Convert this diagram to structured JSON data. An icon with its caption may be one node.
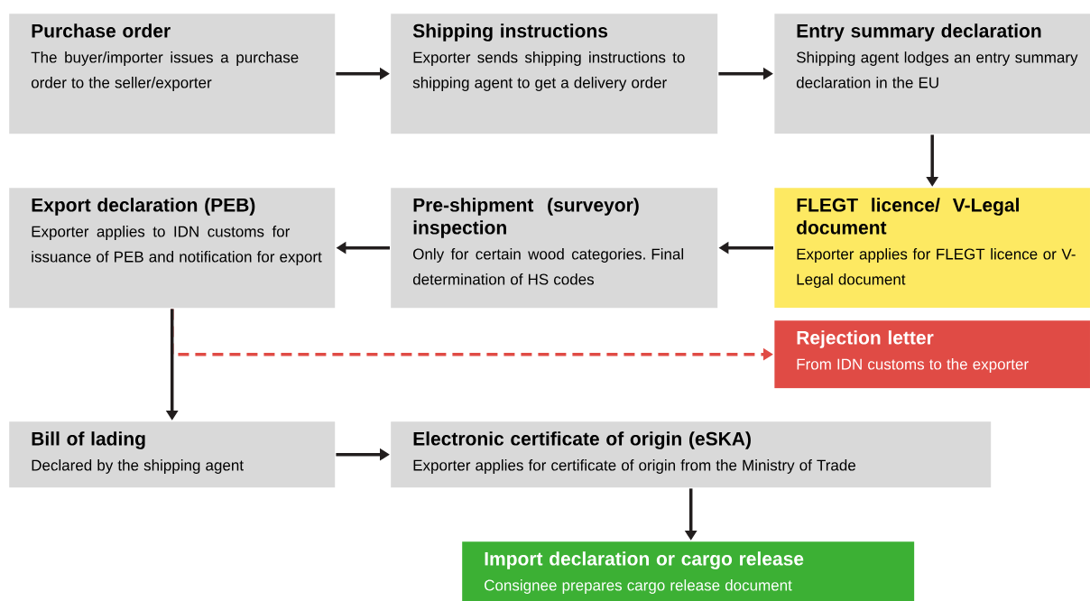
{
  "diagram": {
    "nodes": [
      {
        "text": [
          "Purchase order",
          "The buyer/importer issues a purchase order to the seller/exporter"
        ]
      },
      {
        "text": [
          "Shipping instructions",
          "Exporter sends shipping instructions to shipping agent to get a delivery order"
        ]
      },
      {
        "text": [
          "Entry summary declaration",
          "Shipping agent lodges an entry summary declaration in the EU"
        ]
      },
      {
        "text": [
          "Export declaration (PEB)",
          "Exporter applies to IDN customs for issuance of PEB and notification for export"
        ]
      },
      {
        "text": [
          "Pre-shipment (surveyor) inspection",
          "Only for certain wood categories. Final determination of HS codes"
        ]
      },
      {
        "text": [
          "FLEGT licence/ V-Legal document",
          "Exporter applies for FLEGT licence or V-Legal document"
        ]
      },
      {
        "text": [
          "Rejection letter",
          "From IDN customs to the exporter"
        ]
      },
      {
        "text": [
          "Bill of lading",
          "Declared by the shipping agent"
        ]
      },
      {
        "text": [
          "Electronic certificate of origin (eSKA)",
          "Exporter applies for certificate of origin from the Ministry of Trade"
        ]
      },
      {
        "text": [
          "Import declaration or cargo release",
          "Consignee prepares cargo release document"
        ]
      }
    ],
    "edges": [
      {
        "from": 0,
        "to": 1,
        "arrow": "to"
      },
      {
        "from": 1,
        "to": 2,
        "arrow": "to"
      },
      {
        "from": 2,
        "to": 5,
        "arrow": "to"
      },
      {
        "from": 5,
        "to": 4,
        "arrow": "to"
      },
      {
        "from": 4,
        "to": 3,
        "arrow": "to"
      },
      {
        "from": 3,
        "to": 7,
        "arrow": "to"
      },
      {
        "from": 3,
        "to": 6,
        "arrow": "to",
        "style": "dashed",
        "color": "#e04b45"
      },
      {
        "from": 7,
        "to": 8,
        "arrow": "to"
      },
      {
        "from": 8,
        "to": 9,
        "arrow": "to"
      }
    ]
  }
}
